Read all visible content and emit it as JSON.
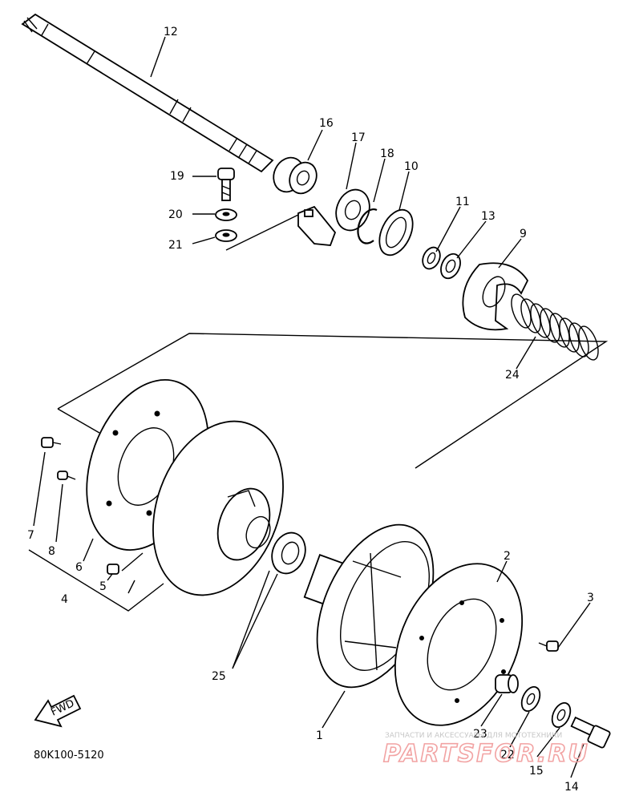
{
  "diagram": {
    "part_labels": {
      "p1": "1",
      "p2": "2",
      "p3": "3",
      "p4": "4",
      "p5": "5",
      "p6": "6",
      "p7": "7",
      "p8": "8",
      "p9": "9",
      "p10": "10",
      "p11": "11",
      "p12": "12",
      "p13": "13",
      "p14": "14",
      "p15": "15",
      "p16": "16",
      "p17": "17",
      "p18": "18",
      "p19": "19",
      "p20": "20",
      "p21": "21",
      "p22": "22",
      "p23": "23",
      "p24": "24",
      "p25": "25"
    },
    "fwd_label": "FWD",
    "drawing_code": "80K100-5120"
  },
  "watermark": {
    "tagline": "ЗАПЧАСТИ И АКСЕССУАРЫ ДЛЯ МОТОТЕХНИКИ",
    "brand": "PARTSFOR.RU"
  }
}
